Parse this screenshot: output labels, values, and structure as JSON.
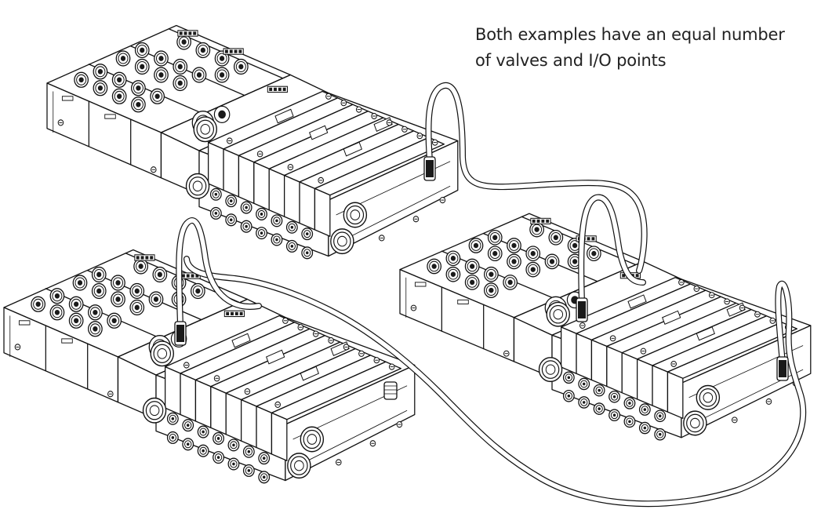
{
  "caption": {
    "line1": "Both examples have an equal number",
    "line2": "of valves and I/O points"
  },
  "colors": {
    "ink": "#111111",
    "paper": "#ffffff",
    "text": "#222222"
  },
  "assemblies": [
    {
      "name": "valve-manifold-top",
      "io_modules": 3,
      "valves": 8
    },
    {
      "name": "valve-manifold-bottom-left",
      "io_modules": 3,
      "valves": 8
    },
    {
      "name": "valve-manifold-bottom-right",
      "io_modules": 3,
      "valves": 8
    }
  ],
  "cables": [
    "daisy-chain-cable-top-to-right",
    "daisy-chain-cable-right-to-left",
    "loop-cable-left",
    "loop-cable-right"
  ]
}
